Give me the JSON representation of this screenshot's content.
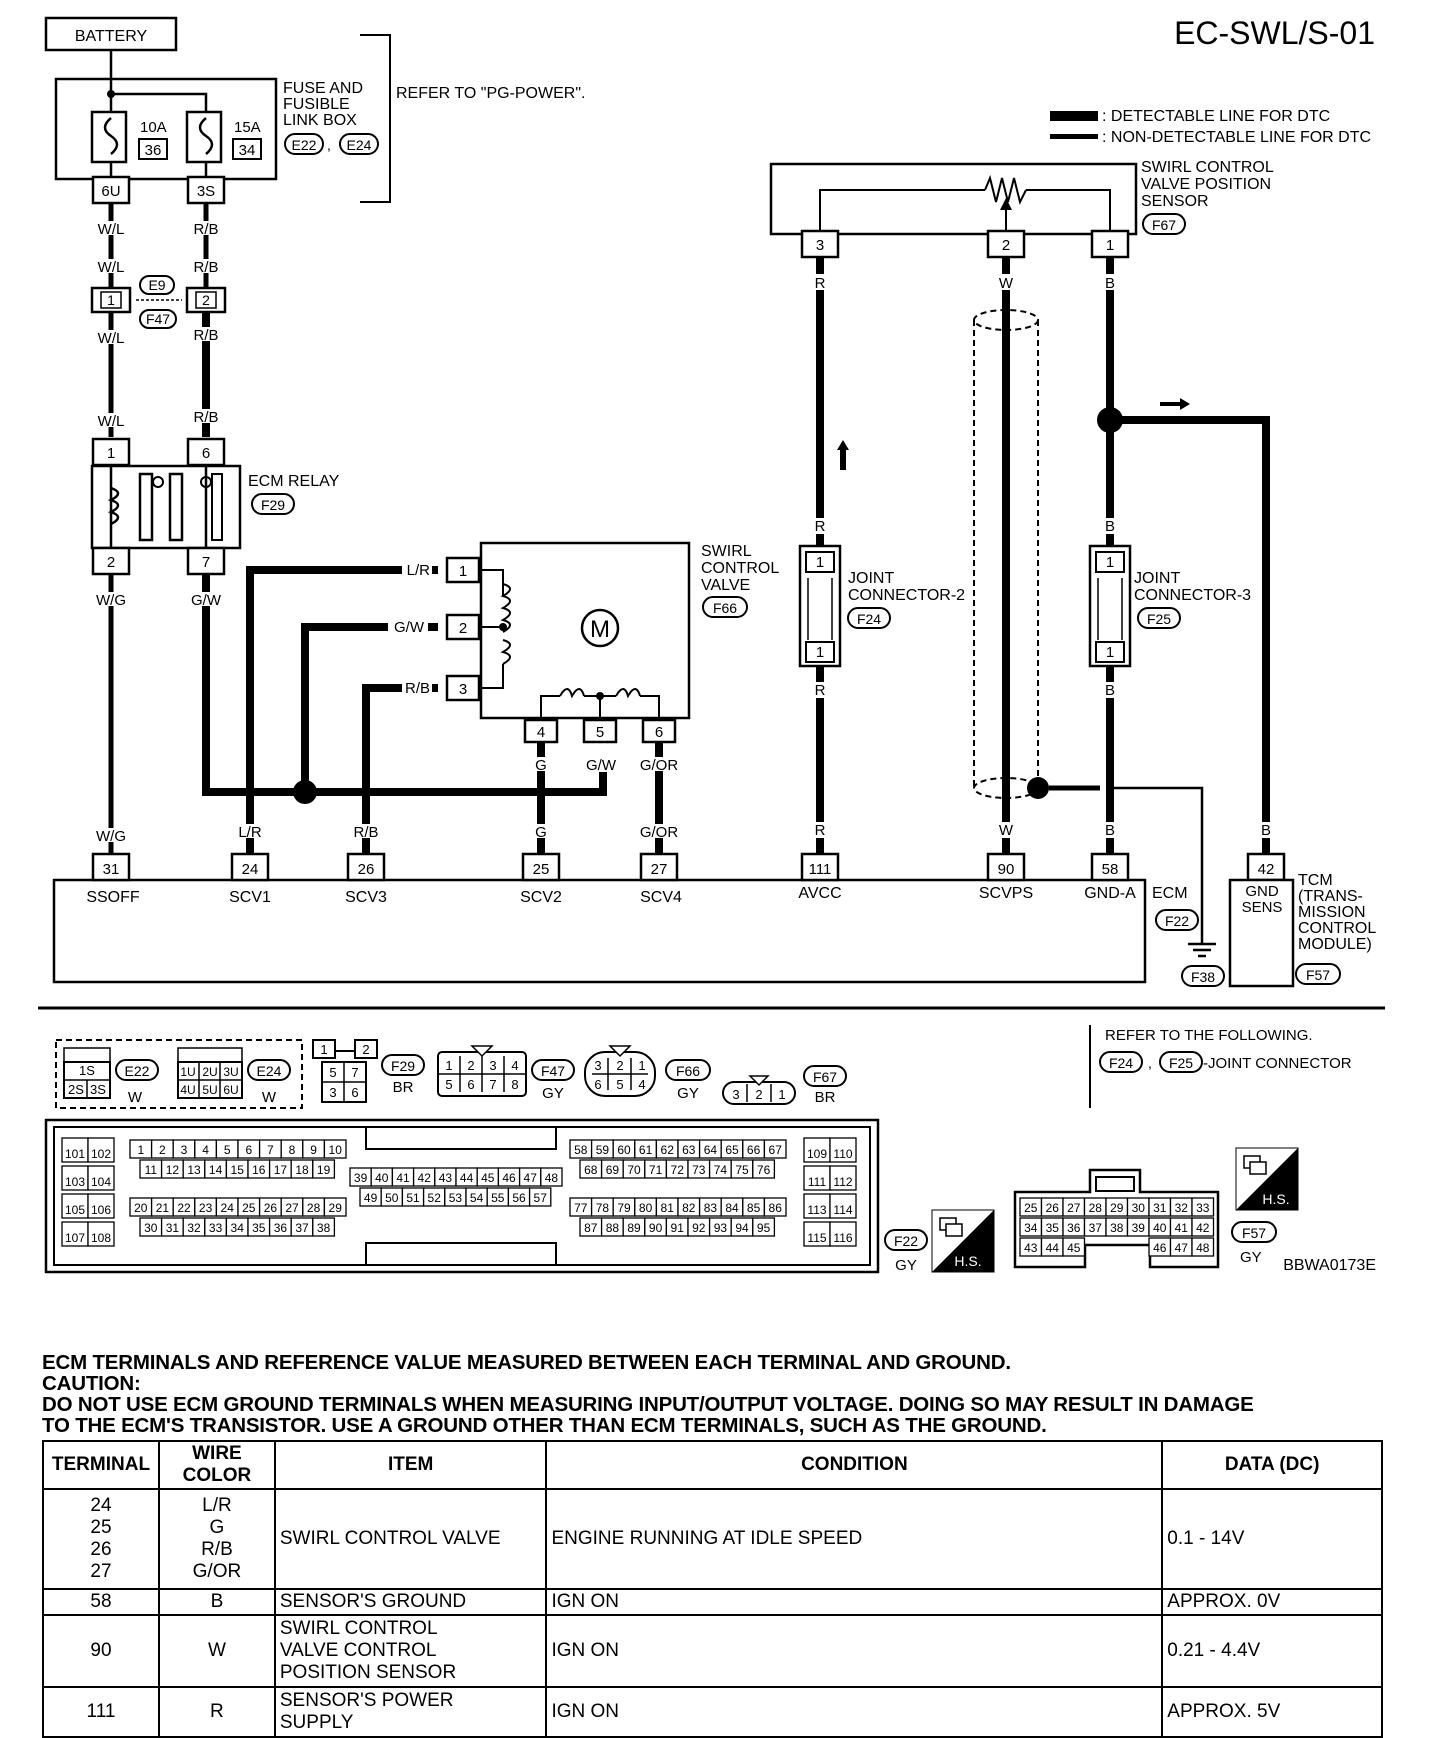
{
  "page_id": "EC-SWL/S-01",
  "figure_code": "BBWA0173E",
  "legend": {
    "detectable": ": DETECTABLE LINE FOR DTC",
    "non_detectable": ": NON-DETECTABLE LINE FOR DTC"
  },
  "components": {
    "battery": "BATTERY",
    "fuse_box": {
      "line1": "FUSE AND",
      "line2": "FUSIBLE",
      "line3": "LINK BOX",
      "conn1": "E22",
      "conn2": "E24",
      "sep": ","
    },
    "fuse_left": {
      "rating": "10A",
      "number": "36",
      "terminal": "6U"
    },
    "fuse_right": {
      "rating": "15A",
      "number": "34",
      "terminal": "3S"
    },
    "refer_power": "REFER TO \"PG-POWER\".",
    "ecm_relay": {
      "label": "ECM RELAY",
      "conn": "F29"
    },
    "swirl_valve": {
      "line1": "SWIRL",
      "line2": "CONTROL",
      "line3": "VALVE",
      "conn": "F66",
      "motor": "M"
    },
    "scvps": {
      "line1": "SWIRL CONTROL",
      "line2": "VALVE POSITION",
      "line3": "SENSOR",
      "conn": "F67"
    },
    "joint2": {
      "line1": "JOINT",
      "line2": "CONNECTOR-2",
      "conn": "F24"
    },
    "joint3": {
      "line1": "JOINT",
      "line2": "CONNECTOR-3",
      "conn": "F25"
    },
    "e9": "E9",
    "f47": "F47",
    "ecm": {
      "label": "ECM",
      "conn": "F22"
    },
    "ground_conn": "F38",
    "tcm": {
      "line1": "TCM",
      "line2": "(TRANS-",
      "line3": "MISSION",
      "line4": "CONTROL",
      "line5": "MODULE)",
      "conn": "F57",
      "gnd1": "GND",
      "gnd2": "SENS"
    }
  },
  "wires": {
    "wl": "W/L",
    "rb": "R/B",
    "wg": "W/G",
    "gw": "G/W",
    "lr": "L/R",
    "g": "G",
    "gor": "G/OR",
    "r": "R",
    "w": "W",
    "b": "B"
  },
  "terminals": {
    "one": "1",
    "two": "2",
    "three": "3",
    "four": "4",
    "five": "5",
    "six": "6",
    "seven": "7",
    "t31": "31",
    "t24": "24",
    "t26": "26",
    "t25": "25",
    "t27": "27",
    "t111": "111",
    "t90": "90",
    "t58": "58",
    "t42": "42"
  },
  "ecm_pins": {
    "ssoff": "SSOFF",
    "scv1": "SCV1",
    "scv3": "SCV3",
    "scv2": "SCV2",
    "scv4": "SCV4",
    "avcc": "AVCC",
    "scvps": "SCVPS",
    "gnda": "GND-A"
  },
  "connector_views": {
    "e22": {
      "cells": [
        "1S",
        "2S",
        "3S"
      ],
      "color": "W",
      "conn": "E22"
    },
    "e24": {
      "cells": [
        "1U",
        "2U",
        "3U",
        "4U",
        "5U",
        "6U"
      ],
      "color": "W",
      "conn": "E24"
    },
    "f29": {
      "cells": [
        "1",
        "2",
        "5",
        "7",
        "3",
        "6"
      ],
      "color": "BR",
      "conn": "F29"
    },
    "f47": {
      "cells": [
        "1",
        "2",
        "3",
        "4",
        "5",
        "6",
        "7",
        "8"
      ],
      "color": "GY",
      "conn": "F47"
    },
    "f66": {
      "cells": [
        "3",
        "2",
        "1",
        "6",
        "5",
        "4"
      ],
      "color": "GY",
      "conn": "F66"
    },
    "f67": {
      "cells": [
        "3",
        "2",
        "1"
      ],
      "color": "BR",
      "conn": "F67"
    },
    "refer_following": "REFER TO THE FOLLOWING.",
    "joint_refer_1": "F24",
    "joint_refer_2": "F25",
    "joint_refer_text": "-JOINT CONNECTOR",
    "f22_color": "GY",
    "f57_color": "GY",
    "hs": "H.S."
  },
  "notes": {
    "line1": "ECM TERMINALS AND REFERENCE VALUE MEASURED BETWEEN EACH TERMINAL AND GROUND.",
    "line2": "CAUTION:",
    "line3": "DO NOT USE ECM GROUND TERMINALS WHEN MEASURING INPUT/OUTPUT VOLTAGE. DOING SO MAY RESULT IN DAMAGE",
    "line4": "TO THE ECM'S TRANSISTOR. USE A GROUND OTHER THAN ECM TERMINALS, SUCH AS THE GROUND."
  },
  "table": {
    "headers": [
      "TERMINAL",
      "WIRE COLOR",
      "ITEM",
      "CONDITION",
      "DATA (DC)"
    ],
    "rows": [
      {
        "terminals": [
          "24",
          "25",
          "26",
          "27"
        ],
        "colors": [
          "L/R",
          "G",
          "R/B",
          "G/OR"
        ],
        "item": [
          "SWIRL CONTROL VALVE"
        ],
        "condition": "ENGINE RUNNING AT IDLE SPEED",
        "data": "0.1 - 14V"
      },
      {
        "terminals": [
          "58"
        ],
        "colors": [
          "B"
        ],
        "item": [
          "SENSOR'S GROUND"
        ],
        "condition": "IGN ON",
        "data": "APPROX. 0V"
      },
      {
        "terminals": [
          "90"
        ],
        "colors": [
          "W"
        ],
        "item": [
          "SWIRL CONTROL",
          "VALVE CONTROL",
          "POSITION SENSOR"
        ],
        "condition": "IGN ON",
        "data": "0.21 - 4.4V"
      },
      {
        "terminals": [
          "111"
        ],
        "colors": [
          "R"
        ],
        "item": [
          "SENSOR'S POWER",
          "SUPPLY"
        ],
        "condition": "IGN ON",
        "data": "APPROX. 5V"
      }
    ]
  }
}
